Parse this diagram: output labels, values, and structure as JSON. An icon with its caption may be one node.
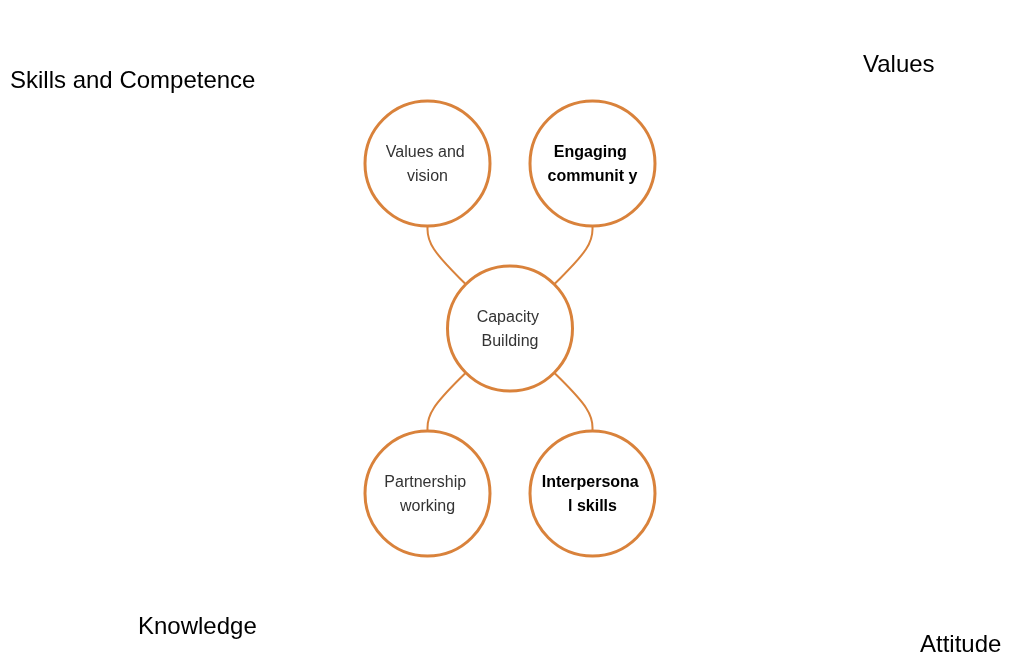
{
  "diagram": {
    "nodes": [
      {
        "text": [
          "Values and vision"
        ]
      },
      {
        "text": [
          "Engaging communit y"
        ]
      },
      {
        "text": [
          "Capacity Building"
        ]
      },
      {
        "text": [
          "Partnership working"
        ]
      },
      {
        "text": [
          "Interpersona l skills"
        ]
      }
    ],
    "edges": [
      {
        "from": 0,
        "to": 2,
        "arrow": "none"
      },
      {
        "from": 1,
        "to": 2,
        "arrow": "none"
      },
      {
        "from": 2,
        "to": 3,
        "arrow": "none"
      },
      {
        "from": 2,
        "to": 4,
        "arrow": "none"
      }
    ],
    "labels": [
      "Skills and Competence",
      "Values",
      "Knowledge",
      "Attitude"
    ]
  }
}
